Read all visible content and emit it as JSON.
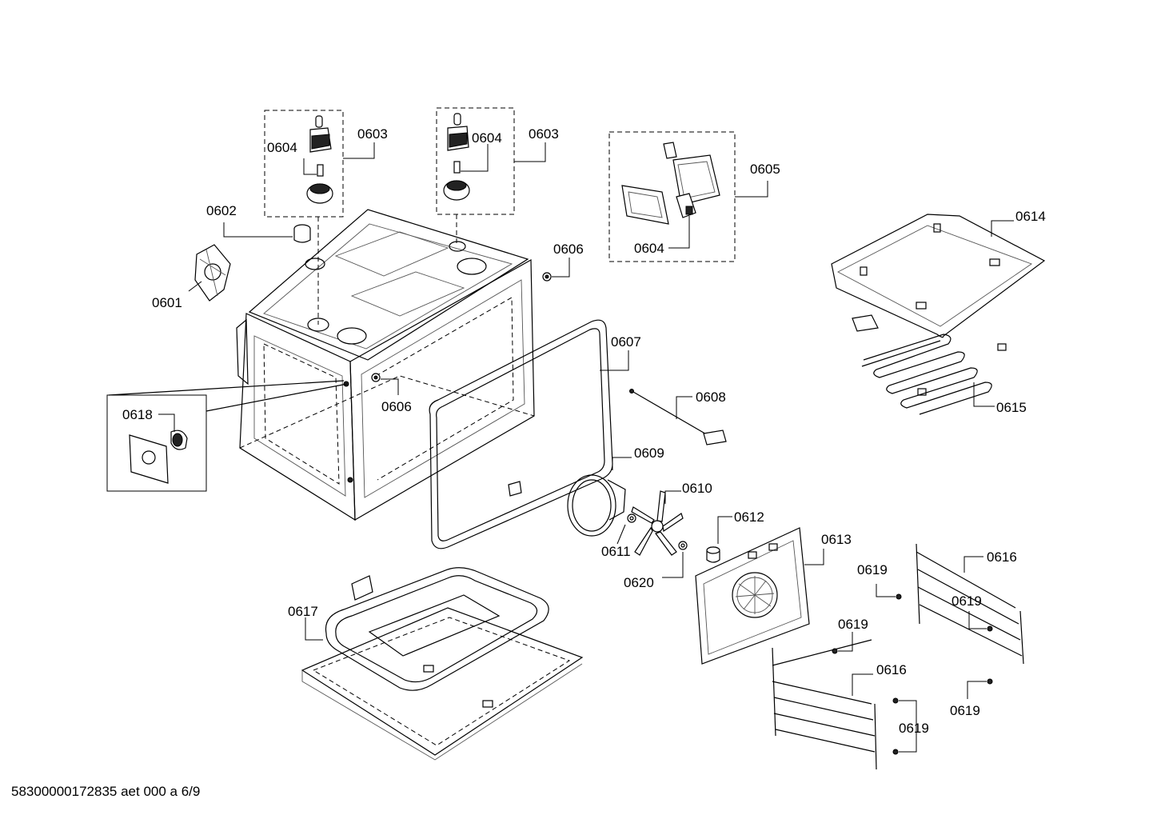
{
  "labels": {
    "l0601": "0601",
    "l0602": "0602",
    "l0603a": "0603",
    "l0603b": "0603",
    "l0604a": "0604",
    "l0604b": "0604",
    "l0604c": "0604",
    "l0605": "0605",
    "l0606a": "0606",
    "l0606b": "0606",
    "l0607": "0607",
    "l0608": "0608",
    "l0609": "0609",
    "l0610": "0610",
    "l0611": "0611",
    "l0612": "0612",
    "l0613": "0613",
    "l0614": "0614",
    "l0615": "0615",
    "l0616a": "0616",
    "l0616b": "0616",
    "l0617": "0617",
    "l0618": "0618",
    "l0619a": "0619",
    "l0619b": "0619",
    "l0619c": "0619",
    "l0619d": "0619",
    "l0619e": "0619",
    "l0620": "0620"
  },
  "footer": "58300000172835 aet 000 a 6/9"
}
